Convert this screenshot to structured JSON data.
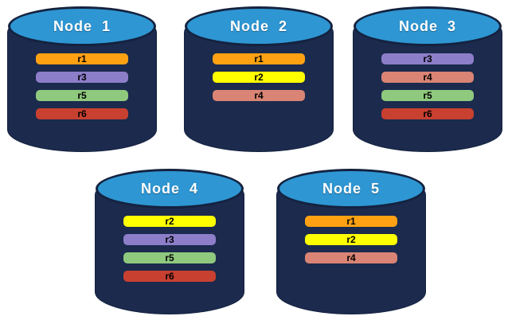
{
  "colors": {
    "background": "#FFFFFF",
    "cylinder_body": "#1B2A4D",
    "cylinder_top": "#2E96D3",
    "cylinder_outline": "#14223F",
    "node_title_text": "#FFFFFF",
    "replica_label_text": "#000000"
  },
  "replica_colors": {
    "r1": "#FFA113",
    "r2": "#FFFF00",
    "r3": "#8D7EC9",
    "r4": "#D98474",
    "r5": "#8FC97E",
    "r6": "#C84030"
  },
  "nodes": [
    {
      "title": "Node  1",
      "replicas": [
        {
          "label": "r1",
          "color": "#FFA113"
        },
        {
          "label": "r3",
          "color": "#8D7EC9"
        },
        {
          "label": "r5",
          "color": "#8FC97E"
        },
        {
          "label": "r6",
          "color": "#C84030"
        }
      ]
    },
    {
      "title": "Node  2",
      "replicas": [
        {
          "label": "r1",
          "color": "#FFA113"
        },
        {
          "label": "r2",
          "color": "#FFFF00"
        },
        {
          "label": "r4",
          "color": "#D98474"
        }
      ]
    },
    {
      "title": "Node  3",
      "replicas": [
        {
          "label": "r3",
          "color": "#8D7EC9"
        },
        {
          "label": "r4",
          "color": "#D98474"
        },
        {
          "label": "r5",
          "color": "#8FC97E"
        },
        {
          "label": "r6",
          "color": "#C84030"
        }
      ]
    },
    {
      "title": "Node  4",
      "replicas": [
        {
          "label": "r2",
          "color": "#FFFF00"
        },
        {
          "label": "r3",
          "color": "#8D7EC9"
        },
        {
          "label": "r5",
          "color": "#8FC97E"
        },
        {
          "label": "r6",
          "color": "#C84030"
        }
      ]
    },
    {
      "title": "Node  5",
      "replicas": [
        {
          "label": "r1",
          "color": "#FFA113"
        },
        {
          "label": "r2",
          "color": "#FFFF00"
        },
        {
          "label": "r4",
          "color": "#D98474"
        }
      ]
    }
  ]
}
